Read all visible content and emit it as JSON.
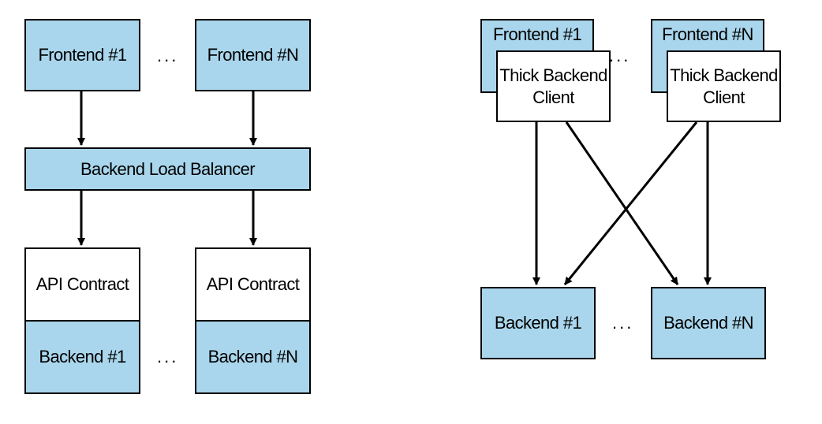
{
  "left_diagram": {
    "frontend_1": "Frontend #1",
    "frontend_n": "Frontend #N",
    "frontend_ellipsis": "...",
    "load_balancer": "Backend Load Balancer",
    "api_contract_1": "API Contract",
    "api_contract_n": "API Contract",
    "backend_1": "Backend #1",
    "backend_n": "Backend #N",
    "backend_ellipsis": "..."
  },
  "right_diagram": {
    "frontend_1": "Frontend #1",
    "frontend_n": "Frontend #N",
    "frontend_ellipsis": "...",
    "client_1": "Thick Backend\nClient",
    "client_n": "Thick Backend\nClient",
    "backend_1": "Backend #1",
    "backend_n": "Backend #N",
    "backend_ellipsis": "..."
  },
  "colors": {
    "box_fill_blue": "#a9d6ec",
    "box_fill_white": "#ffffff",
    "line": "#000000"
  }
}
